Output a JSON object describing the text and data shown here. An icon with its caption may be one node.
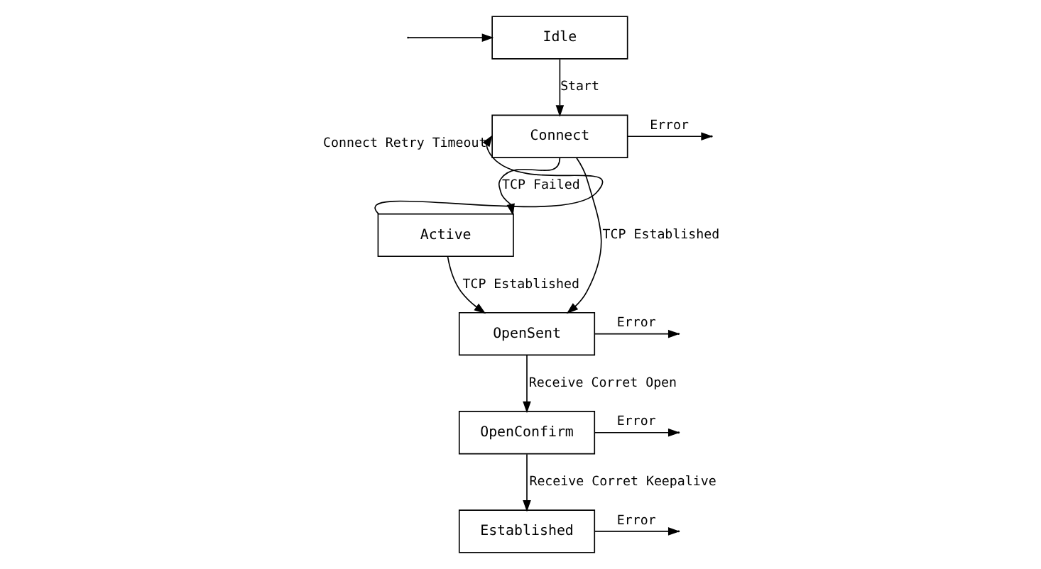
{
  "diagram": {
    "nodes": [
      {
        "text": [
          "Idle"
        ]
      },
      {
        "text": [
          "Connect"
        ]
      },
      {
        "text": [
          "Active"
        ]
      },
      {
        "text": [
          "OpenSent"
        ]
      },
      {
        "text": [
          "OpenConfirm"
        ]
      },
      {
        "text": [
          "Established"
        ]
      }
    ],
    "edges": [
      {
        "from": 0,
        "to": 1,
        "arrow": "to",
        "label": "Start"
      },
      {
        "from": 2,
        "to": 1,
        "arrow": "to",
        "label": "Connect Retry Timeout"
      },
      {
        "from": 1,
        "to": 2,
        "arrow": "to",
        "label": "TCP Failed"
      },
      {
        "from": 1,
        "to": null,
        "arrow": "to",
        "label": "Error"
      },
      {
        "from": 1,
        "to": 3,
        "arrow": "to",
        "label": "TCP Established"
      },
      {
        "from": 2,
        "to": 3,
        "arrow": "to",
        "label": "TCP Established"
      },
      {
        "from": 3,
        "to": null,
        "arrow": "to",
        "label": "Error"
      },
      {
        "from": 3,
        "to": 4,
        "arrow": "to",
        "label": "Receive Corret Open"
      },
      {
        "from": 4,
        "to": null,
        "arrow": "to",
        "label": "Error"
      },
      {
        "from": 4,
        "to": 5,
        "arrow": "to",
        "label": "Receive Corret Keepalive"
      },
      {
        "from": 5,
        "to": null,
        "arrow": "to",
        "label": "Error"
      },
      {
        "from": null,
        "to": 0,
        "arrow": "to"
      }
    ]
  }
}
